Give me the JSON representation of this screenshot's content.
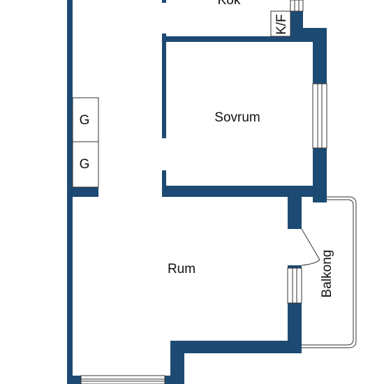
{
  "colors": {
    "wall": "#1d4a73",
    "background": "#ffffff",
    "line": "#333333"
  },
  "rooms": {
    "kok": "Kök",
    "sovrum": "Sovrum",
    "rum": "Rum",
    "balkong": "Balkong",
    "kf": "K/F"
  },
  "fixtures": {
    "g_top": "G",
    "g_bottom": "G"
  }
}
